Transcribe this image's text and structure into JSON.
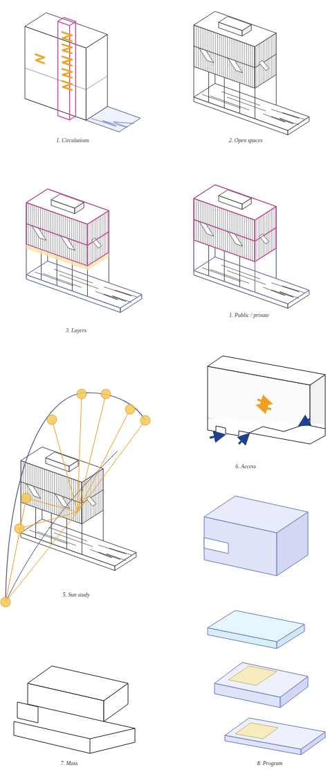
{
  "diagram": {
    "labels": [
      "1. Circulations",
      "2. Open spaces",
      "3. Layers",
      "1. Public / private",
      "5. Sun study",
      "6. Access",
      "7. Mass",
      "8. Program"
    ]
  }
}
